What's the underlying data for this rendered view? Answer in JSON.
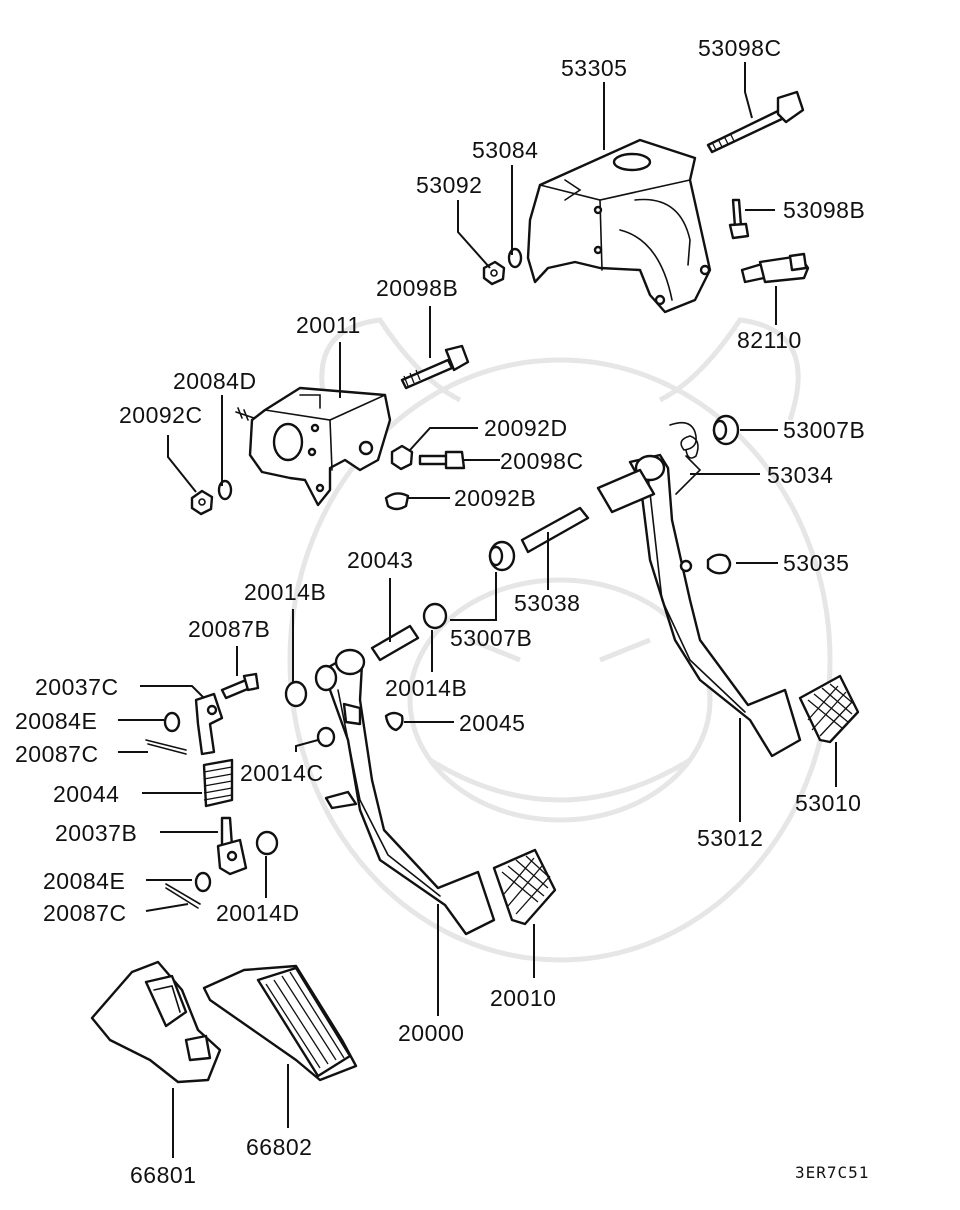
{
  "diagram_code": "3ER7C51",
  "labels": {
    "p53098C": "53098C",
    "p53305": "53305",
    "p53084": "53084",
    "p53092": "53092",
    "p53098B": "53098B",
    "p82110": "82110",
    "p20098B": "20098B",
    "p20011": "20011",
    "p20084D": "20084D",
    "p20092C": "20092C",
    "p20092D": "20092D",
    "p20098C": "20098C",
    "p20092B": "20092B",
    "p53007B_top": "53007B",
    "p53034": "53034",
    "p53035": "53035",
    "p20043": "20043",
    "p53038": "53038",
    "p20014B_top": "20014B",
    "p53007B_mid": "53007B",
    "p20087B": "20087B",
    "p20014B_mid": "20014B",
    "p20037C": "20037C",
    "p20045": "20045",
    "p20084E_top": "20084E",
    "p20087C_top": "20087C",
    "p20014C": "20014C",
    "p20044": "20044",
    "p53010": "53010",
    "p53012": "53012",
    "p20037B": "20037B",
    "p20084E_bot": "20084E",
    "p20087C_bot": "20087C",
    "p20014D": "20014D",
    "p20010": "20010",
    "p20000": "20000",
    "p66802": "66802",
    "p66801": "66801"
  }
}
